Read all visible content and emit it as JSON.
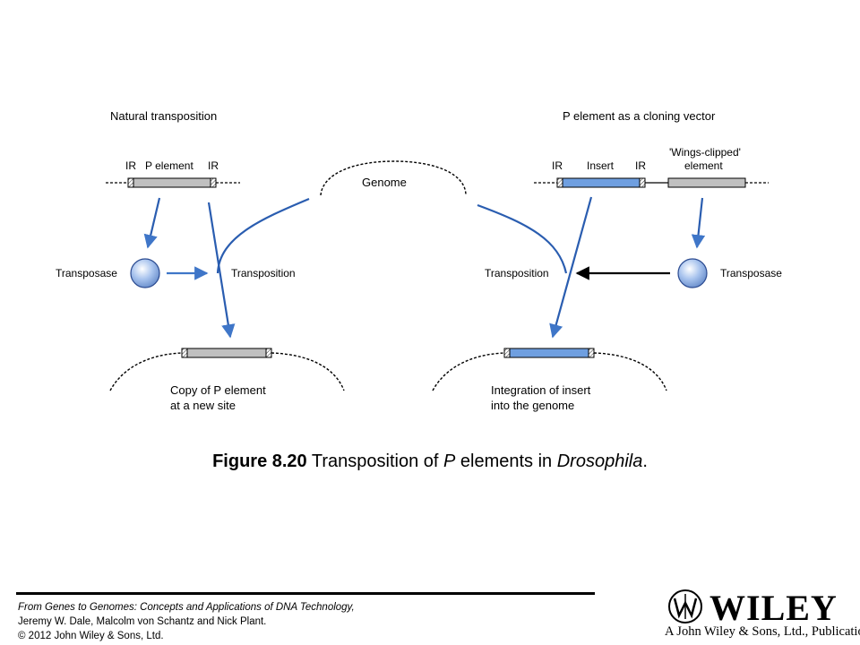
{
  "left_panel": {
    "title": "Natural transposition",
    "ir_left": "IR",
    "element_label": "P element",
    "ir_right": "IR",
    "enzyme": "Transposase",
    "process": "Transposition",
    "result_line1": "Copy of P element",
    "result_line2": "at a new site"
  },
  "center": {
    "genome": "Genome"
  },
  "right_panel": {
    "title": "P element as a cloning vector",
    "ir_left": "IR",
    "insert_label": "Insert",
    "ir_right": "IR",
    "clipped_line1": "'Wings-clipped'",
    "clipped_line2": "element",
    "enzyme": "Transposase",
    "process": "Transposition",
    "result_line1": "Integration of insert",
    "result_line2": "into the genome"
  },
  "caption": {
    "figure_number": "Figure 8.20",
    "text_before": " Transposition of ",
    "italic_p": "P",
    "text_middle": " elements in ",
    "italic_organism": "Drosophila",
    "text_end": "."
  },
  "credits": {
    "line1": "From Genes to Genomes: Concepts and Applications of DNA Technology,",
    "line2": "Jeremy W. Dale, Malcolm von Schantz and Nick Plant.",
    "line3": "© 2012 John Wiley & Sons, Ltd."
  },
  "publisher": {
    "wordmark": "WILEY",
    "tagline": "A John Wiley & Sons, Ltd., Publication"
  },
  "colors": {
    "blue_arrow": "#2a5db0",
    "insert_fill": "#6f9fe0",
    "element_fill": "#c0c0c0",
    "sphere": "#9fbce8"
  }
}
